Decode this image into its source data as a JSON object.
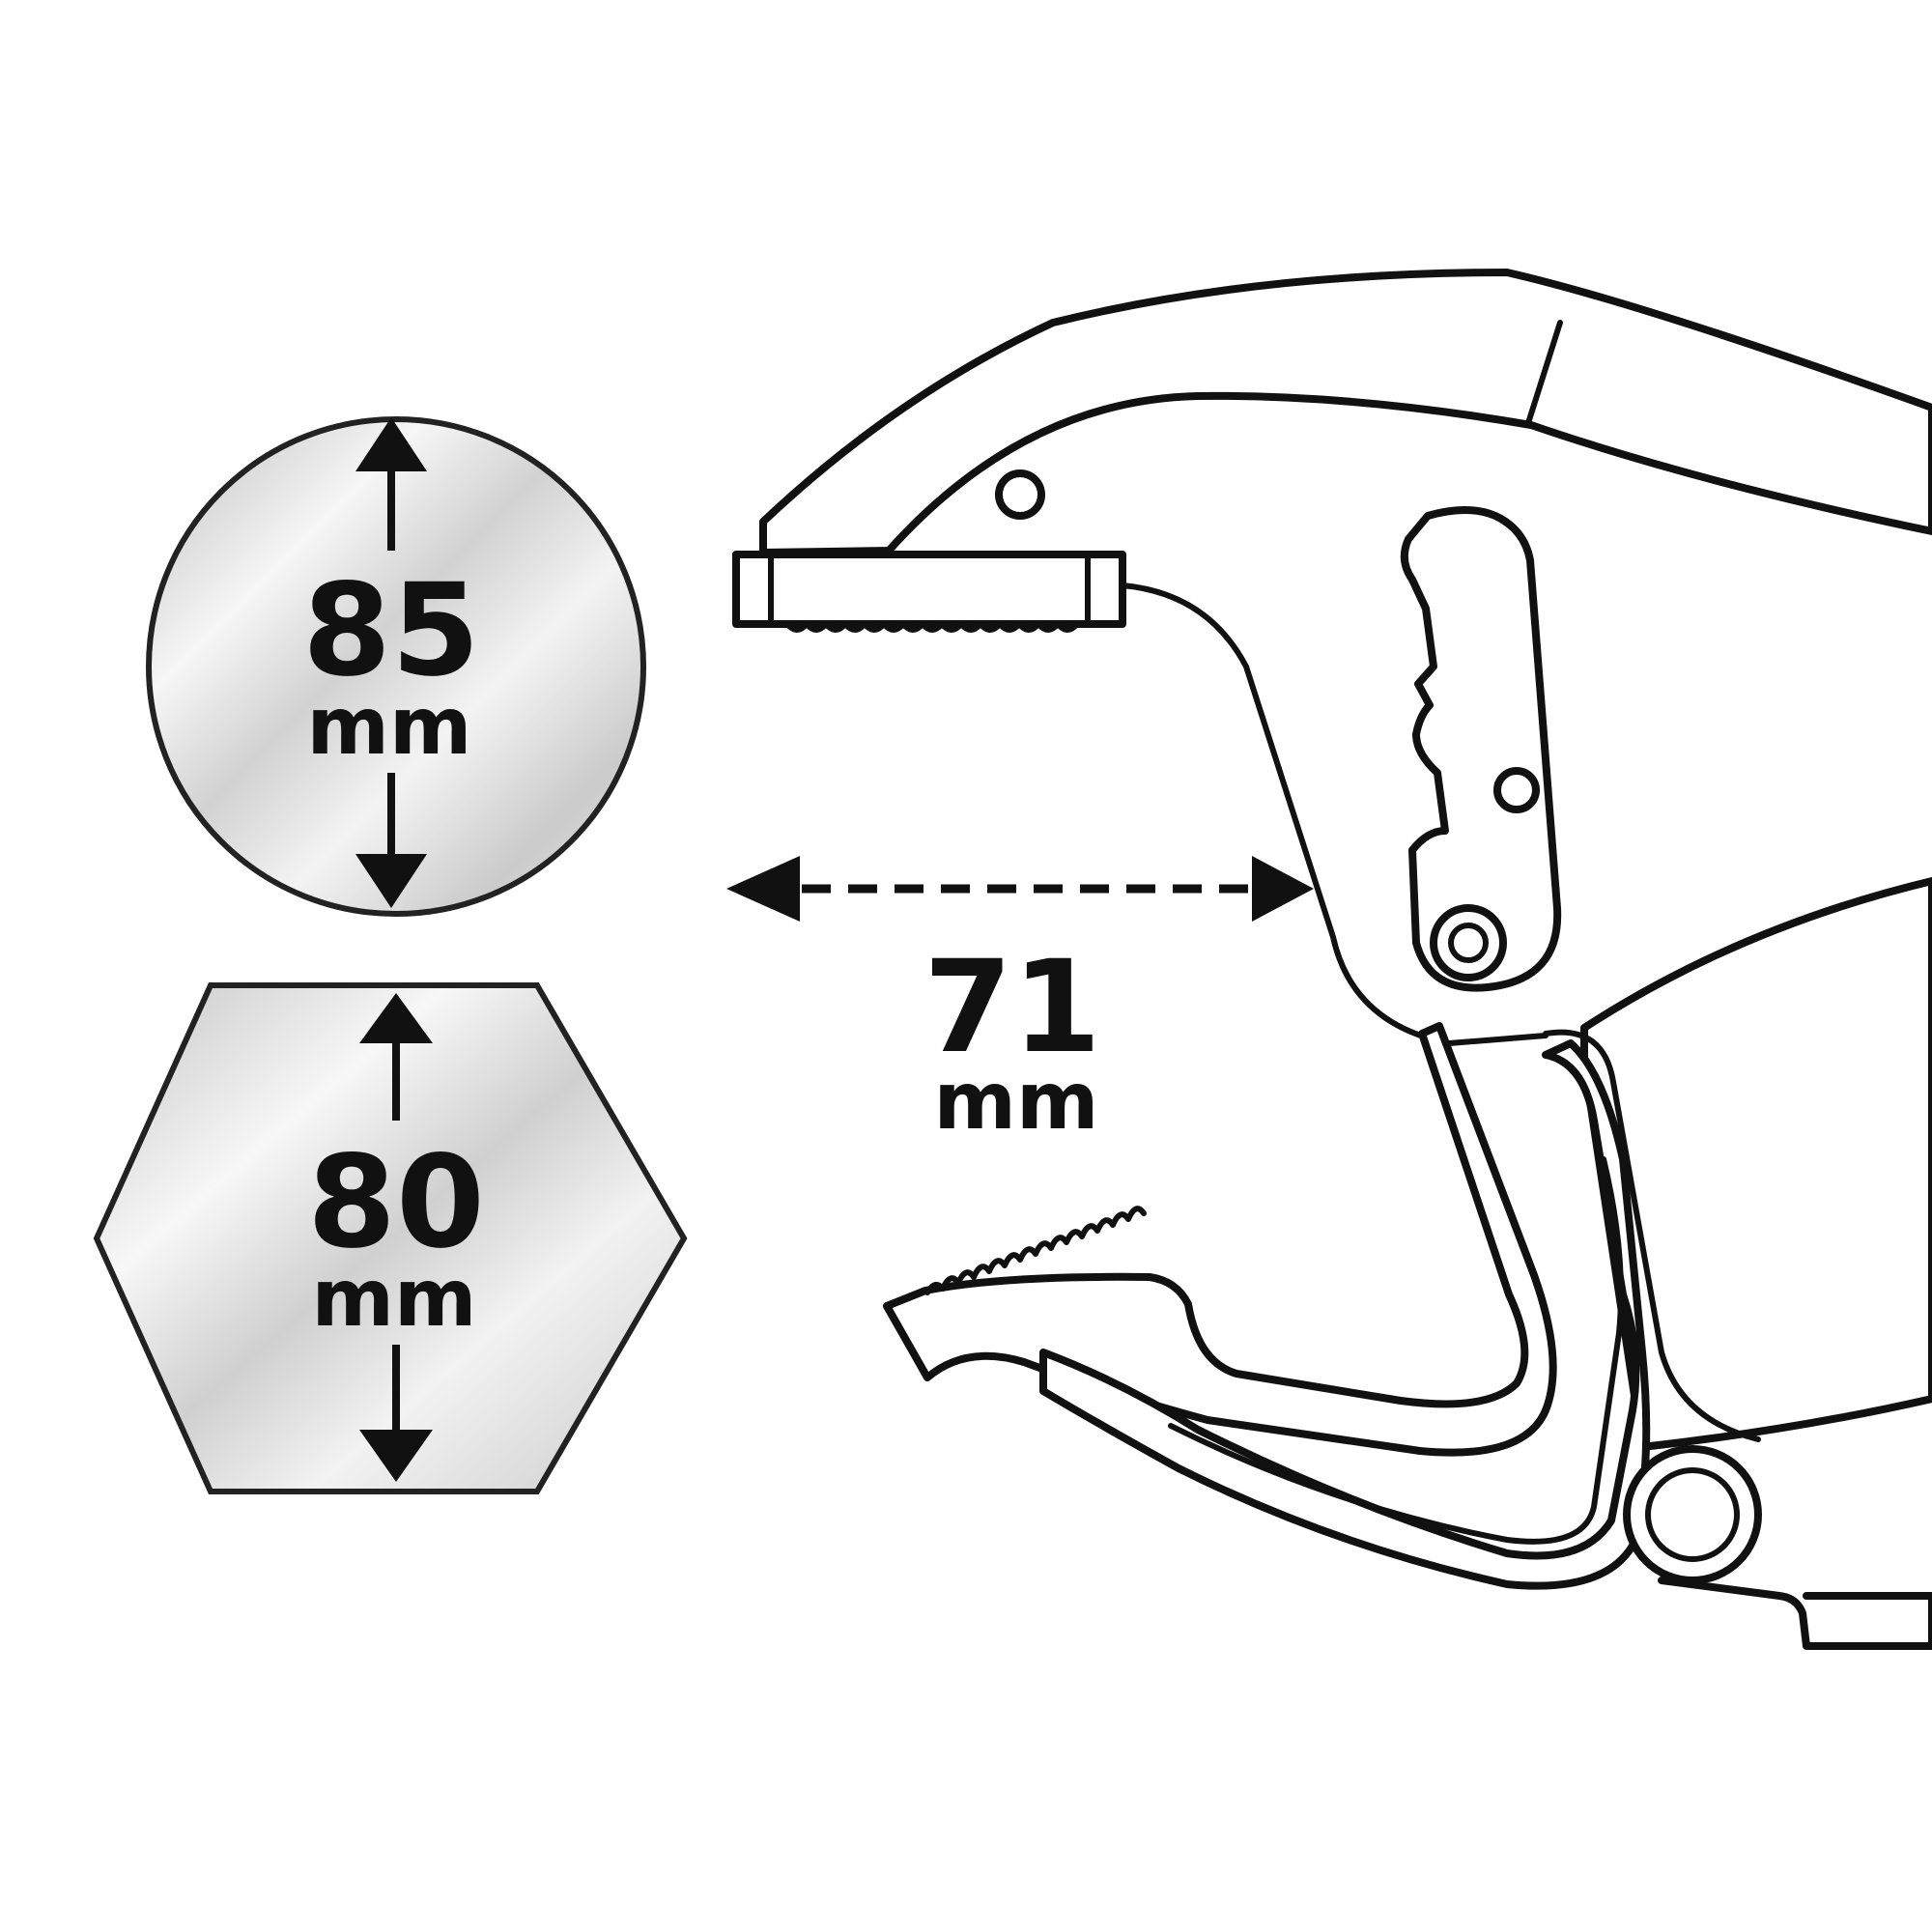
{
  "colors": {
    "outline": "#111111",
    "background": "#ffffff",
    "metal_light": "#f4f4f4",
    "metal_mid": "#cfcfcf",
    "metal_dark": "#b4b4b4"
  },
  "round_capacity": {
    "value": "85",
    "unit": "mm"
  },
  "hex_capacity": {
    "value": "80",
    "unit": "mm"
  },
  "jaw_opening": {
    "value": "71",
    "unit": "mm"
  }
}
